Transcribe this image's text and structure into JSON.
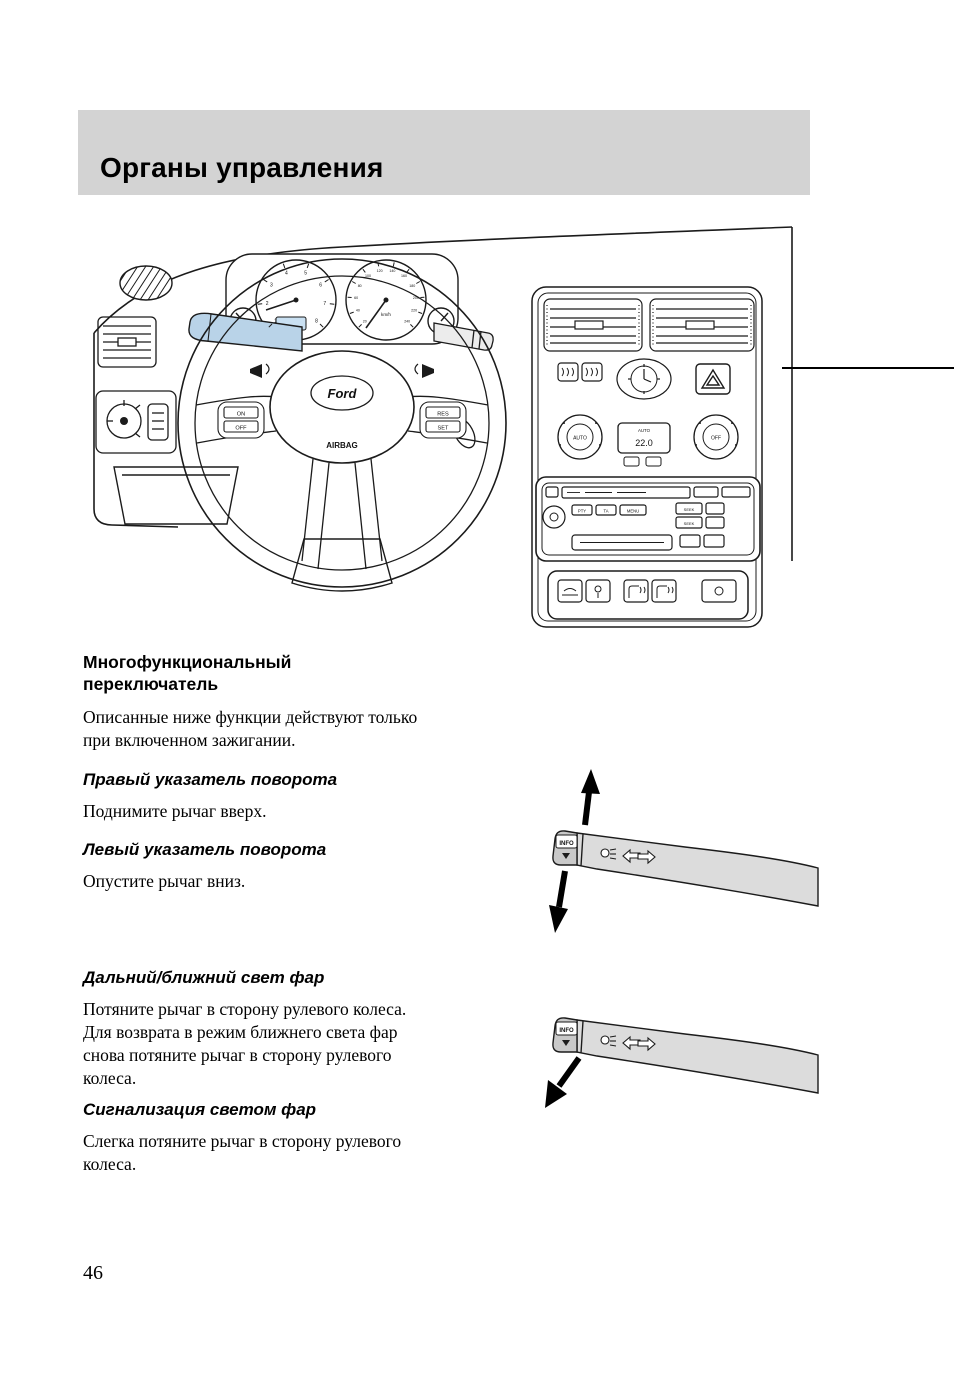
{
  "header": {
    "title": "Органы управления"
  },
  "page": {
    "number": "46"
  },
  "content": {
    "s1": {
      "heading": "Многофункциональный переключатель",
      "body": "Описанные ниже функции действуют только при включенном зажигании."
    },
    "s2": {
      "heading": "Правый указатель поворота",
      "body": "Поднимите рычаг вверх."
    },
    "s3": {
      "heading": "Левый указатель поворота",
      "body": "Опустите рычаг вниз."
    },
    "s4": {
      "heading": "Дальний/ближний свет фар",
      "body": "Потяните рычаг в сторону рулевого колеса. Для возврата в режим ближнего света фар снова потяните рычаг в сторону рулевого колеса."
    },
    "s5": {
      "heading": "Сигнализация светом фар",
      "body": "Слегка потяните рычаг в сторону рулевого колеса."
    }
  },
  "illustration": {
    "ford_logo": "Ford",
    "airbag": "AIRBAG",
    "speed_unit": "km/h",
    "tachometer_numbers": [
      "1",
      "2",
      "3",
      "4",
      "5",
      "6",
      "7",
      "8"
    ],
    "speedometer_numbers": [
      "20",
      "40",
      "60",
      "80",
      "100",
      "120",
      "140",
      "160",
      "180",
      "200",
      "220",
      "240"
    ],
    "cruise": {
      "on": "ON",
      "off": "OFF",
      "res": "RES",
      "set": "SET"
    },
    "climate": {
      "auto": "AUTO",
      "off": "OFF",
      "temp": "22.0"
    },
    "radio": {
      "pty": "PTY",
      "ta": "TA",
      "menu": "MENU",
      "seek": "SEEK"
    },
    "colors": {
      "stalk_highlight": "#b9d3e8",
      "lcd": "#c9e0f2",
      "header_bg": "#d3d3d3"
    }
  },
  "stalk": {
    "info": "INFO"
  }
}
